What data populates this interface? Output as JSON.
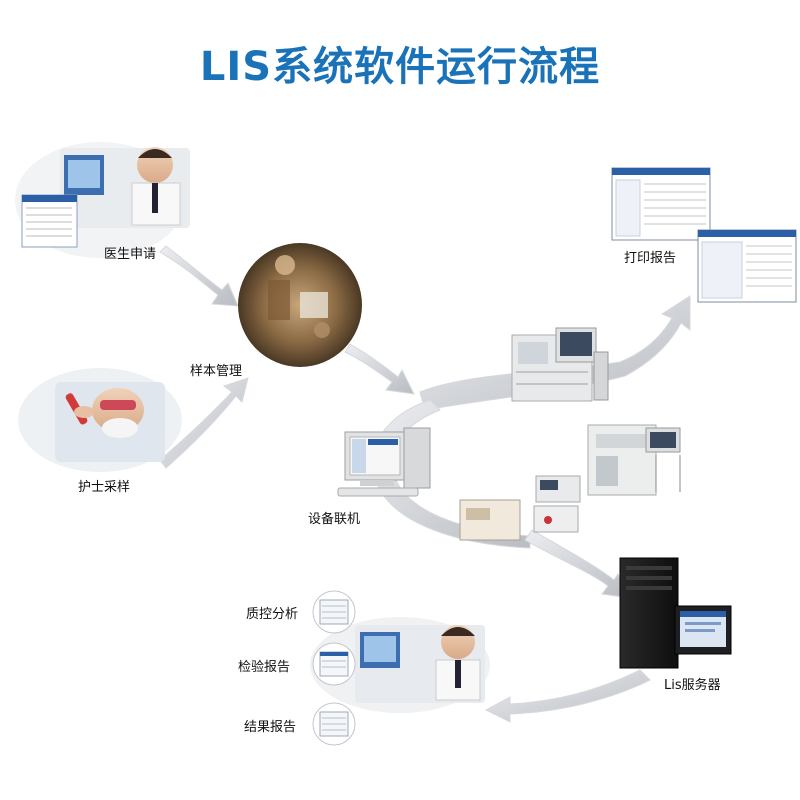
{
  "title": "LIS系统软件运行流程",
  "nodes": {
    "doctor_request": "医生申请",
    "sample_management": "样本管理",
    "nurse_sampling": "护士采样",
    "device_connection": "设备联机",
    "print_report": "打印报告",
    "lis_server": "Lis服务器",
    "qc_analysis": "质控分析",
    "inspection_report": "检验报告",
    "result_report": "结果报告"
  },
  "colors": {
    "title": "#1a73b8",
    "arrow": "#c9ccd1",
    "screen_header": "#2b5fa8"
  }
}
